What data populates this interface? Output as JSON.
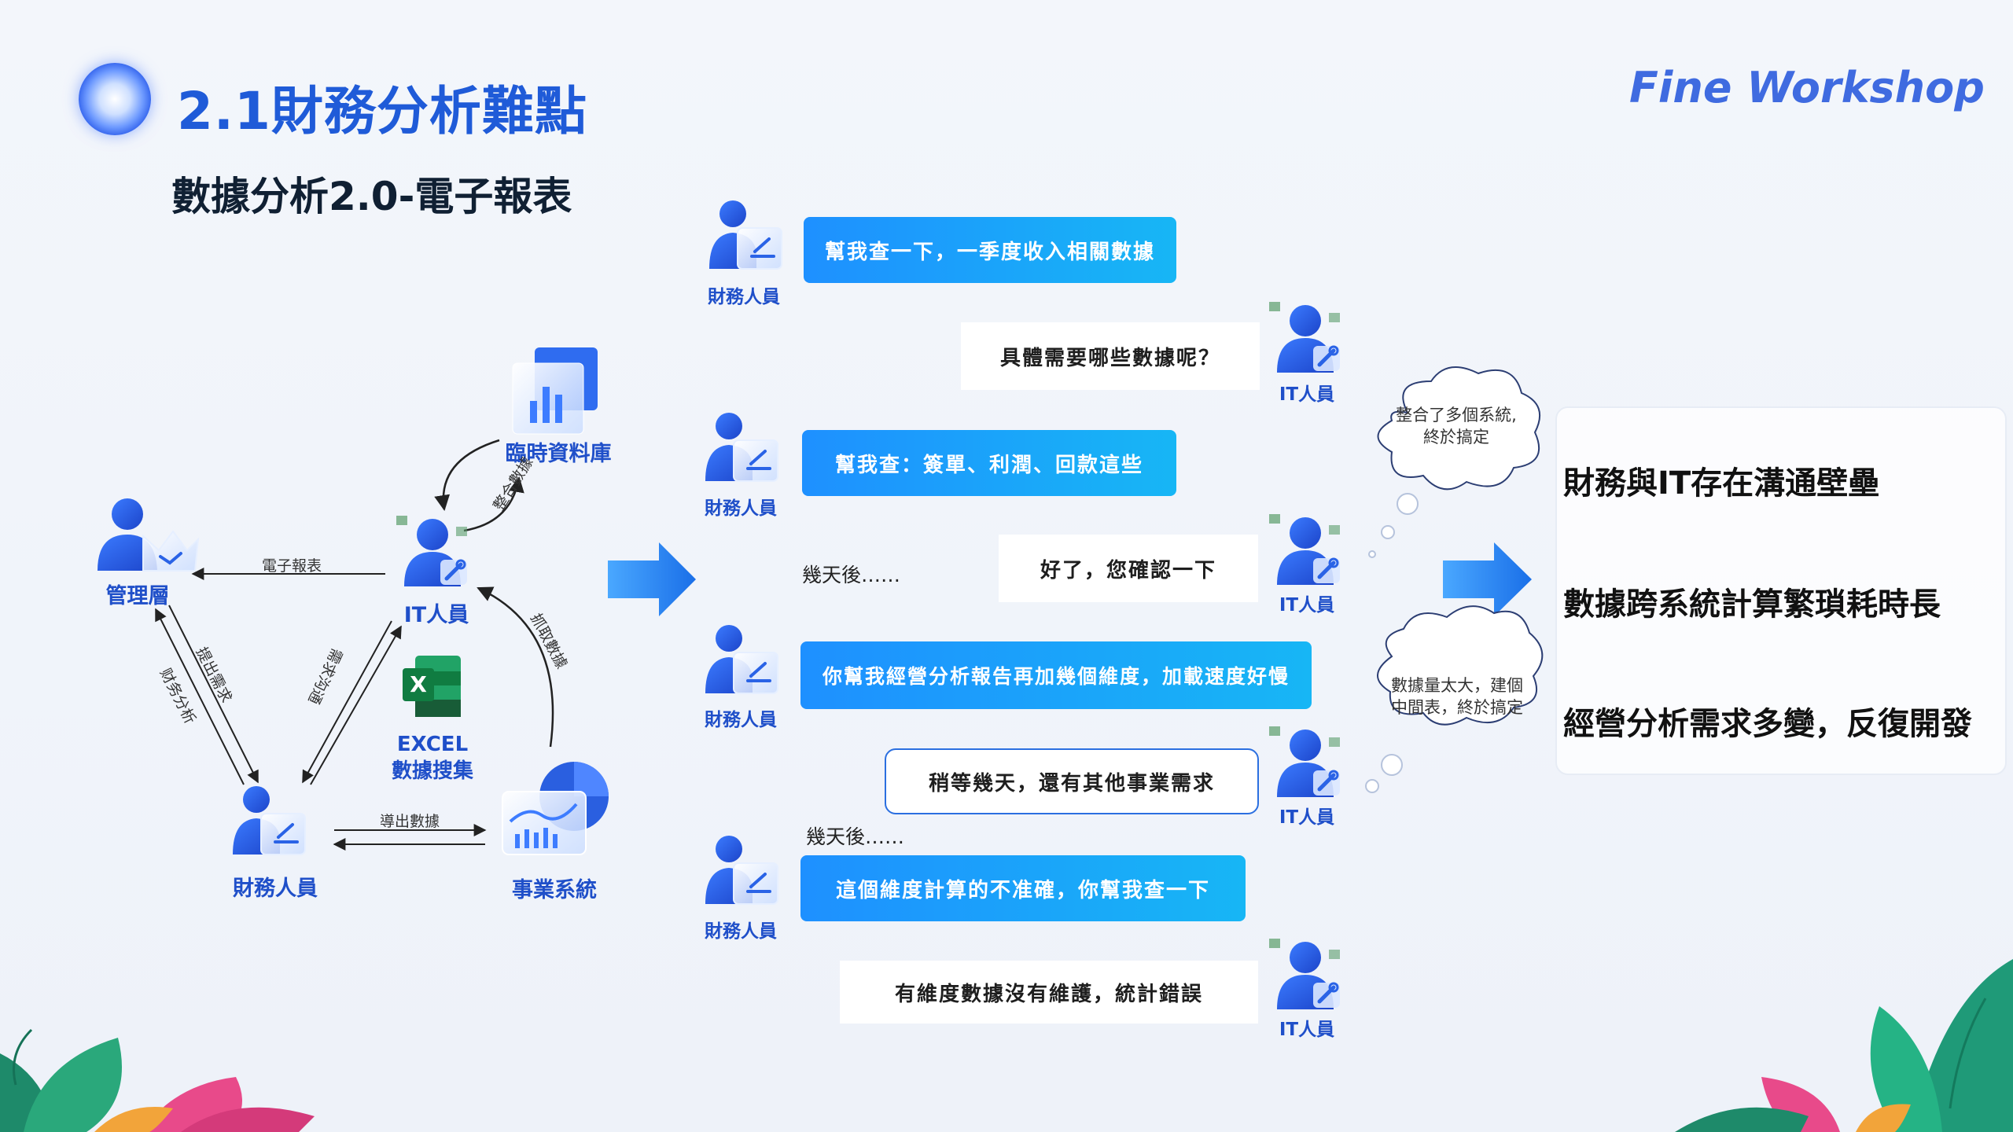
{
  "header": {
    "title": "2.1財務分析難點",
    "brand": "Fine Workshop",
    "subtitle": "數據分析2.0-電子報表"
  },
  "diagram": {
    "nodes": {
      "temp_db": "臨時資料庫",
      "management": "管理層",
      "it_staff": "IT人員",
      "excel_line1": "EXCEL",
      "excel_line2": "數據搜集",
      "finance_staff": "財務人員",
      "business_system": "事業系統"
    },
    "edges": {
      "report": "電子報表",
      "integrate": "整合數據",
      "fetch": "抓取數據",
      "propose": "提出需求",
      "analysis": "财务分析",
      "communicate": "需求沟通",
      "export": "導出數據"
    }
  },
  "chat": [
    {
      "speaker": "財務人員",
      "text": "幫我查一下，一季度收入相關數據"
    },
    {
      "speaker": "IT人員",
      "text": "具體需要哪些數據呢？"
    },
    {
      "speaker": "財務人員",
      "text": "幫我查：簽單、利潤、回款這些"
    },
    {
      "speaker": "IT人員",
      "text": "好了，您確認一下",
      "prefix": "幾天後……"
    },
    {
      "speaker": "財務人員",
      "text": "你幫我經營分析報告再加幾個維度，加載速度好慢"
    },
    {
      "speaker": "IT人員",
      "text": "稍等幾天，還有其他事業需求"
    },
    {
      "speaker": "財務人員",
      "text": "這個維度計算的不准確，你幫我查一下",
      "prefix": "幾天後……"
    },
    {
      "speaker": "IT人員",
      "text": "有維度數據沒有維護，統計錯誤"
    }
  ],
  "thoughts": {
    "cloud1_line1": "整合了多個系統,",
    "cloud1_line2": "終於搞定",
    "cloud2_line1": "數據量太大，建個",
    "cloud2_line2": "中間表，終於搞定"
  },
  "summary": [
    "財務與IT存在溝通壁壘",
    "數據跨系統計算繁瑣耗時長",
    "經營分析需求多變，反復開發"
  ],
  "colors": {
    "accent_blue": "#1f5bd8",
    "bubble_blue": "#1e90ff",
    "label_blue": "#1f4fc9"
  }
}
